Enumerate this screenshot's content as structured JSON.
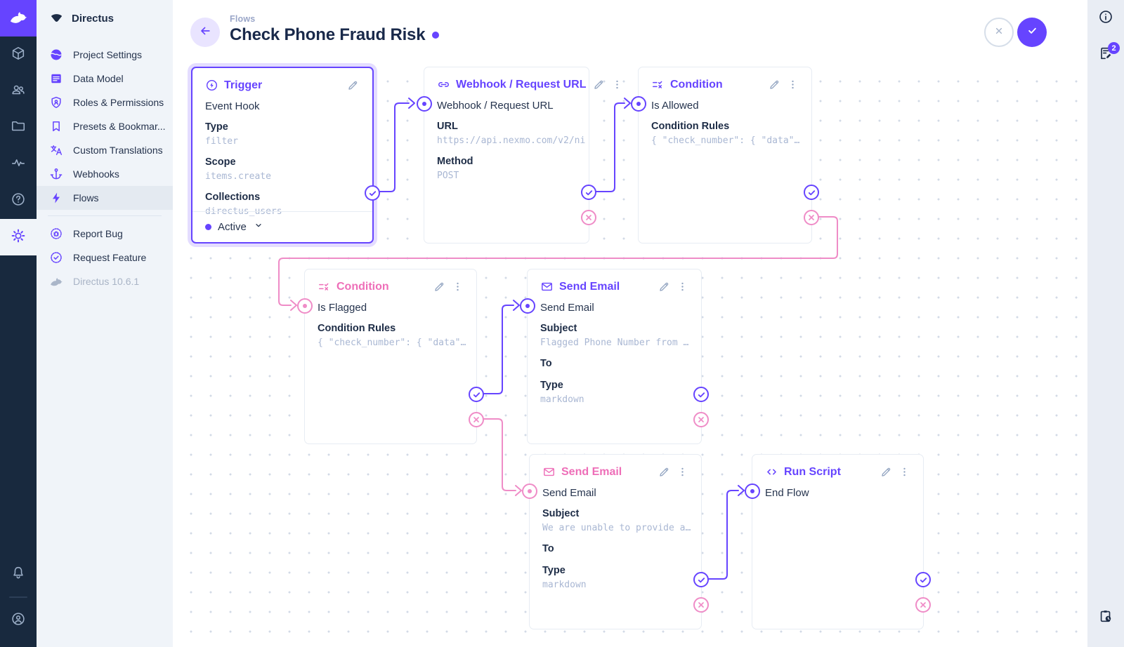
{
  "brand": {
    "name": "Directus",
    "logo_icon": "rabbit-icon"
  },
  "module_bar": {
    "items": [
      {
        "icon": "cube-icon"
      },
      {
        "icon": "people-icon"
      },
      {
        "icon": "folder-icon"
      },
      {
        "icon": "pulse-icon"
      },
      {
        "icon": "help-icon"
      },
      {
        "icon": "gear-icon",
        "active": true
      }
    ],
    "bottom": [
      {
        "icon": "bell-icon"
      },
      {
        "icon": "avatar-icon"
      }
    ]
  },
  "nav": {
    "project_name": "Directus",
    "project_icon": "project-fan-icon",
    "items": [
      {
        "label": "Project Settings",
        "icon": "globe-icon"
      },
      {
        "label": "Data Model",
        "icon": "table-icon"
      },
      {
        "label": "Roles & Permissions",
        "icon": "shield-icon"
      },
      {
        "label": "Presets & Bookmar...",
        "icon": "bookmark-icon"
      },
      {
        "label": "Custom Translations",
        "icon": "translate-icon"
      },
      {
        "label": "Webhooks",
        "icon": "anchor-icon"
      },
      {
        "label": "Flows",
        "icon": "bolt-icon",
        "active": true
      }
    ],
    "secondary_items": [
      {
        "label": "Report Bug",
        "icon": "bug-icon"
      },
      {
        "label": "Request Feature",
        "icon": "feature-badge-icon"
      }
    ],
    "version": "Directus 10.6.1"
  },
  "header": {
    "breadcrumb": "Flows",
    "title": "Check Phone Fraud Risk",
    "unsaved_indicator": true,
    "cancel_icon": "close-icon",
    "save_icon": "check-icon"
  },
  "sidebar_right": {
    "info_icon": "info-icon",
    "notes_icon": "edit-note-icon",
    "notes_badge": "2",
    "revisions_icon": "clipboard-clock-icon"
  },
  "flow": {
    "trigger": {
      "title": "Trigger",
      "name": "Event Hook",
      "fields": [
        {
          "label": "Type",
          "value": "filter"
        },
        {
          "label": "Scope",
          "value": "items.create"
        },
        {
          "label": "Collections",
          "value": "directus_users"
        }
      ],
      "status": "Active"
    },
    "webhook": {
      "title": "Webhook / Request URL",
      "name": "Webhook / Request URL",
      "fields": [
        {
          "label": "URL",
          "value": "https://api.nexmo.com/v2/ni"
        },
        {
          "label": "Method",
          "value": "POST"
        }
      ]
    },
    "condition_allowed": {
      "title": "Condition",
      "name": "Is Allowed",
      "fields": [
        {
          "label": "Condition Rules",
          "value": "{ \"check_number\": { \"data\"…"
        }
      ]
    },
    "condition_flagged": {
      "title": "Condition",
      "name": "Is Flagged",
      "fields": [
        {
          "label": "Condition Rules",
          "value": "{ \"check_number\": { \"data\"…"
        }
      ]
    },
    "email_flagged": {
      "title": "Send Email",
      "name": "Send Email",
      "fields": [
        {
          "label": "Subject",
          "value": "Flagged Phone Number from …"
        },
        {
          "label": "To",
          "value": ""
        },
        {
          "label": "Type",
          "value": "markdown"
        }
      ]
    },
    "email_unable": {
      "title": "Send Email",
      "name": "Send Email",
      "fields": [
        {
          "label": "Subject",
          "value": "We are unable to provide a…"
        },
        {
          "label": "To",
          "value": ""
        },
        {
          "label": "Type",
          "value": "markdown"
        }
      ]
    },
    "run_script": {
      "title": "Run Script",
      "name": "End Flow",
      "fields": []
    }
  },
  "colors": {
    "accent": "#6644ff",
    "pink": "#ef8cc7",
    "module_bar": "#18293e",
    "nav_bg": "#f0f4f9"
  }
}
